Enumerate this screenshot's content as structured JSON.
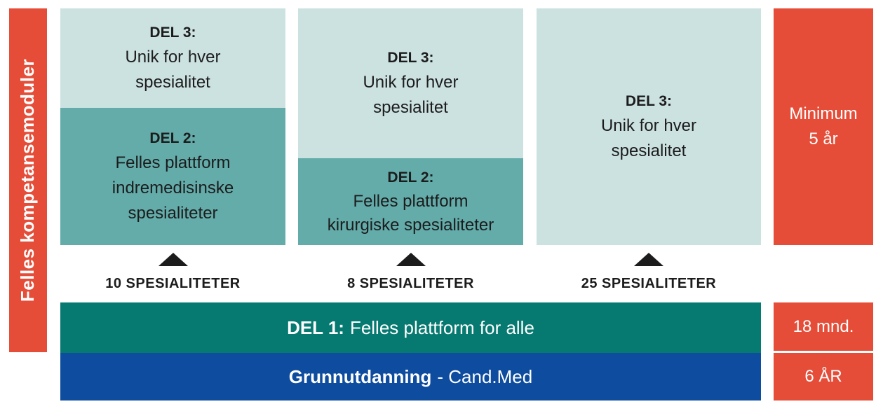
{
  "sidebar": {
    "label": "Felles kompetansemoduler"
  },
  "columns": [
    {
      "del3": {
        "heading": "DEL 3:",
        "lines": [
          "Unik for hver",
          "spesialitet"
        ]
      },
      "del2": {
        "heading": "DEL 2:",
        "lines": [
          "Felles plattform",
          "indremedisinske",
          "spesialiteter"
        ]
      },
      "arrow_label": "10 SPESIALITETER"
    },
    {
      "del3": {
        "heading": "DEL 3:",
        "lines": [
          "Unik for hver",
          "spesialitet"
        ]
      },
      "del2": {
        "heading": "DEL 2:",
        "lines": [
          "Felles plattform",
          "kirurgiske spesialiteter"
        ]
      },
      "arrow_label": "8 SPESIALITETER"
    },
    {
      "del3": {
        "heading": "DEL 3:",
        "lines": [
          "Unik for hver",
          "spesialitet"
        ]
      },
      "arrow_label": "25 SPESIALITETER"
    }
  ],
  "right_column": {
    "minimum_box": {
      "lines": [
        "Minimum",
        "5 år"
      ]
    },
    "del1_duration": "18 mnd.",
    "grunnutdanning_duration": "6 ÅR"
  },
  "bars": {
    "del1": {
      "heading": "DEL 1:",
      "body": "Felles plattform for alle"
    },
    "grunnutdanning": {
      "heading": "Grunnutdanning",
      "body": "- Cand.Med"
    }
  },
  "colors": {
    "red": "#E54D38",
    "light_teal": "#CCE2E1",
    "medium_teal": "#63ACAA",
    "dark_teal": "#067970",
    "blue": "#0D4C9E",
    "arrow_black": "#1C1C1C",
    "text_dark": "#1C1C1C",
    "text_light": "#FFFFFF"
  }
}
